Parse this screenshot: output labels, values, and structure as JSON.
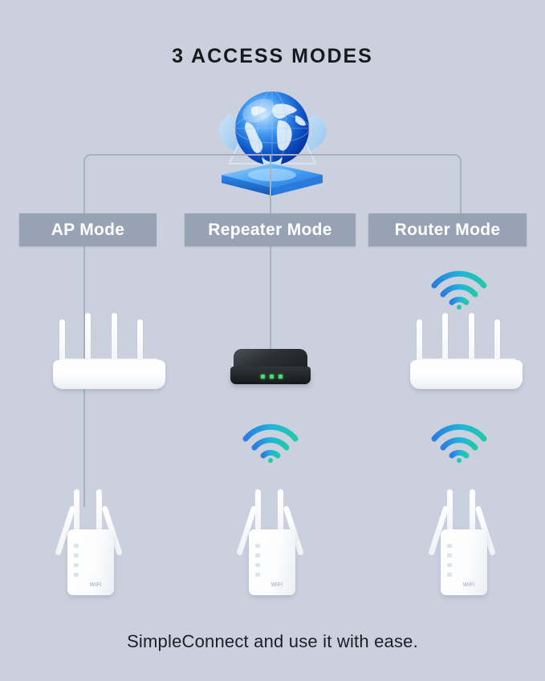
{
  "page": {
    "background_color": "#cbd0de",
    "title": "3 ACCESS MODES",
    "caption": "SimpleConnect and use it with ease."
  },
  "hero": {
    "icon_name": "globe-on-pedestal",
    "globe_color": "#1463d8",
    "pedestal_color": "#4aa3f0"
  },
  "connector": {
    "line_color": "#a9b0c0"
  },
  "modes": [
    {
      "id": "ap",
      "label": "AP Mode",
      "chip_color": "#97a3b4",
      "text_color": "#ffffff",
      "devices": [
        {
          "type": "router-white",
          "antennas": 4
        },
        {
          "type": "extender-white",
          "antennas": 4,
          "logo_text": "WiFi"
        }
      ],
      "wifi_signals": 0,
      "wired_link": true
    },
    {
      "id": "repeater",
      "label": "Repeater Mode",
      "chip_color": "#97a3b4",
      "text_color": "#ffffff",
      "devices": [
        {
          "type": "modem-black",
          "leds": 3,
          "led_color": "#45e06a"
        },
        {
          "type": "extender-white",
          "antennas": 4,
          "logo_text": "WiFi"
        }
      ],
      "wifi_signals": 1,
      "wired_link": false
    },
    {
      "id": "router",
      "label": "Router Mode",
      "chip_color": "#97a3b4",
      "text_color": "#ffffff",
      "devices": [
        {
          "type": "router-white",
          "antennas": 4
        },
        {
          "type": "extender-white",
          "antennas": 4,
          "logo_text": "WiFi"
        }
      ],
      "wifi_signals": 2,
      "wired_link": false
    }
  ],
  "wifi_icon": {
    "name": "wifi-signal-icon",
    "gradient_start": "#2b7de0",
    "gradient_end": "#24c7a8",
    "arcs": 3
  },
  "extender_logo": {
    "text": "WiFi"
  }
}
